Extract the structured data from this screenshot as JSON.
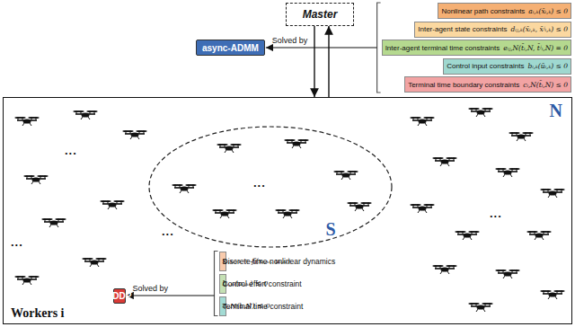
{
  "diagram": {
    "nodes": [
      {
        "text": [
          "Master"
        ]
      },
      {
        "text": [
          "async-ADMM"
        ]
      },
      {
        "text": [
          "Nonlinear path constraints",
          "aᵢ,ₖ(x̄ᵢ,ₖ) ≤ 0"
        ]
      },
      {
        "text": [
          "Inter-agent state constraints",
          "dᵢⱼ,ₖ(x̄ᵢ,ₖ, x̄ʲᵢ,ₖ) ≤ 0"
        ]
      },
      {
        "text": [
          "Inter-agent terminal time constraints",
          "eᵢⱼ,N(t̄ᵢ,N, t̄ʲᵢ,N) = 0"
        ]
      },
      {
        "text": [
          "Control input constraints",
          "bᵢ,ₖ(ūᵢ,ₖ) ≤ 0"
        ]
      },
      {
        "text": [
          "Terminal time boundary constraints",
          "cᵢ,N(t̄ᵢ,N) ≤ 0"
        ]
      },
      {
        "text": [
          "N",
          "Workers i"
        ]
      },
      {
        "text": [
          "S"
        ],
        "in": 7
      },
      {
        "text": [
          "PDDP"
        ],
        "in": 7
      },
      {
        "text": [
          "Discrete-time nonlinear dynamics",
          "xᵢ,ₖᵢ₊₁ = fᵢ(xᵢ,ₖᵢ, uᵢ,ₖᵢ)"
        ],
        "in": 7
      },
      {
        "text": [
          "Control effort constraint",
          "bᵢ,ₖᵢ(uᵢ,ₖᵢ) ≤ 0"
        ],
        "in": 7
      },
      {
        "text": [
          "Terminal time constraint",
          "cᵢ,N(tᵢ,N) ≤ 0"
        ],
        "in": 7
      }
    ],
    "edges": [
      {
        "from": 0,
        "to": 7,
        "arrow": "to"
      },
      {
        "from": 7,
        "to": 0,
        "arrow": "to"
      }
    ],
    "labels": [
      "Solved by",
      "Solved by",
      "...",
      "...",
      "...",
      "...",
      "..."
    ]
  }
}
